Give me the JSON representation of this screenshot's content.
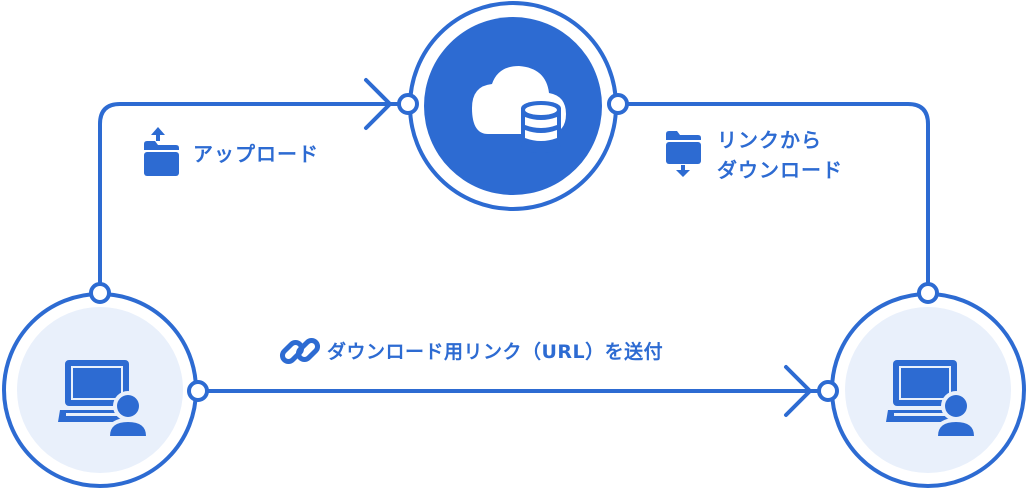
{
  "colors": {
    "primary": "#2d6bd2",
    "light_fill": "#e9f0fb",
    "background": "#ffffff"
  },
  "nodes": {
    "cloud_server": {
      "icon": "cloud-database-icon"
    },
    "sender": {
      "icon": "laptop-user-icon"
    },
    "receiver": {
      "icon": "laptop-user-icon"
    }
  },
  "labels": {
    "upload": {
      "text": "アップロード",
      "icon": "folder-upload-icon"
    },
    "download_via_link": {
      "line1": "リンクから",
      "line2": "ダウンロード",
      "icon": "folder-download-icon"
    },
    "send_link": {
      "text": "ダウンロード用リンク（URL）を送付",
      "icon": "link-icon"
    }
  }
}
